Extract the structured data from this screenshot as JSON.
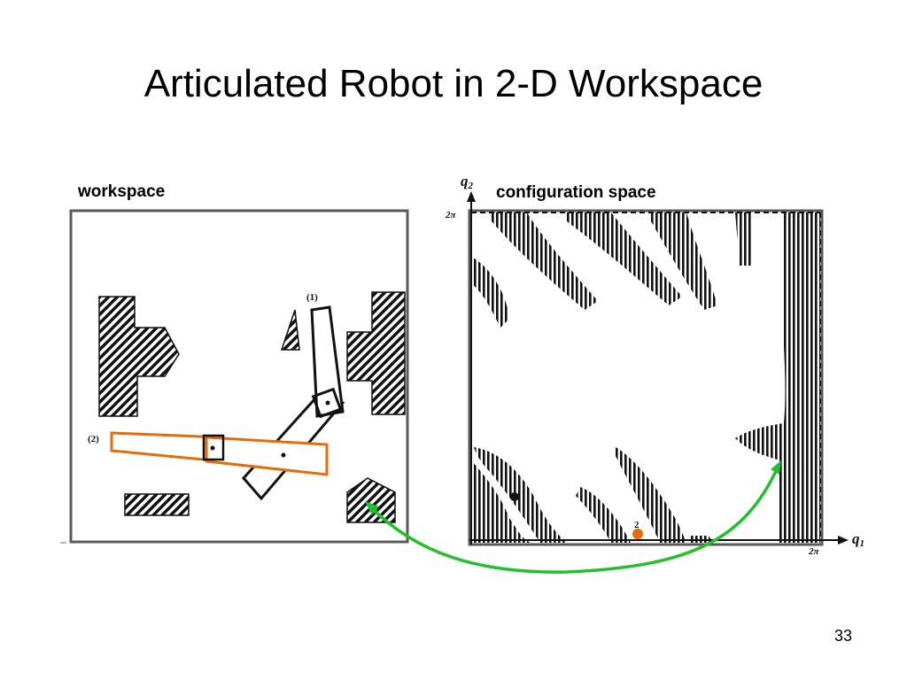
{
  "slide": {
    "title": "Articulated Robot in 2-D Workspace",
    "page_number": "33"
  },
  "workspace": {
    "label": "workspace",
    "config_label_1": "(1)",
    "config_label_2": "(2)"
  },
  "cspace": {
    "label": "configuration space",
    "q1_label": "q",
    "q1_sub": "1",
    "q2_label": "q",
    "q2_sub": "2",
    "x_max_label": "2π",
    "y_max_label": "2π",
    "point_2_label": "2"
  },
  "colors": {
    "config_2_outline": "#e46c0a",
    "arrow": "#22c02a",
    "point_2": "#e46c0a",
    "point_1": "#111111",
    "frame": "#5a5a5a"
  }
}
